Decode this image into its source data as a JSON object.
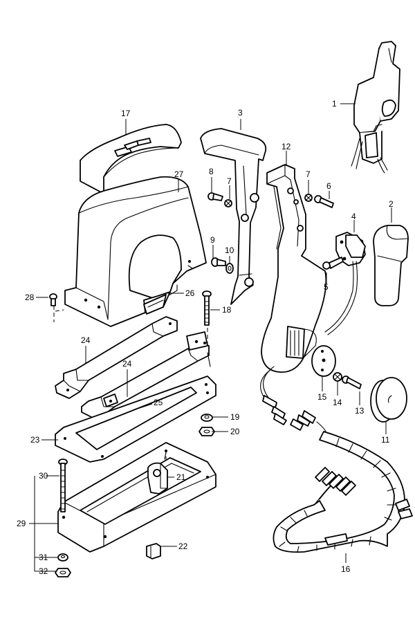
{
  "callouts": [
    {
      "id": "c1",
      "text": "1"
    },
    {
      "id": "c2",
      "text": "2"
    },
    {
      "id": "c3",
      "text": "3"
    },
    {
      "id": "c4",
      "text": "4"
    },
    {
      "id": "c5",
      "text": "5"
    },
    {
      "id": "c6",
      "text": "6"
    },
    {
      "id": "c7a",
      "text": "7"
    },
    {
      "id": "c7b",
      "text": "7"
    },
    {
      "id": "c8",
      "text": "8"
    },
    {
      "id": "c9",
      "text": "9"
    },
    {
      "id": "c10",
      "text": "10"
    },
    {
      "id": "c11",
      "text": "11"
    },
    {
      "id": "c12",
      "text": "12"
    },
    {
      "id": "c13",
      "text": "13"
    },
    {
      "id": "c14",
      "text": "14"
    },
    {
      "id": "c15",
      "text": "15"
    },
    {
      "id": "c16",
      "text": "16"
    },
    {
      "id": "c17",
      "text": "17"
    },
    {
      "id": "c18",
      "text": "18"
    },
    {
      "id": "c19",
      "text": "19"
    },
    {
      "id": "c20",
      "text": "20"
    },
    {
      "id": "c21",
      "text": "21"
    },
    {
      "id": "c22",
      "text": "22"
    },
    {
      "id": "c23",
      "text": "23"
    },
    {
      "id": "c24a",
      "text": "24"
    },
    {
      "id": "c24b",
      "text": "24"
    },
    {
      "id": "c25",
      "text": "25"
    },
    {
      "id": "c26",
      "text": "26"
    },
    {
      "id": "c27",
      "text": "27"
    },
    {
      "id": "c28",
      "text": "28"
    },
    {
      "id": "c29",
      "text": "29"
    },
    {
      "id": "c30",
      "text": "30"
    },
    {
      "id": "c31",
      "text": "31"
    },
    {
      "id": "c32",
      "text": "32"
    }
  ]
}
